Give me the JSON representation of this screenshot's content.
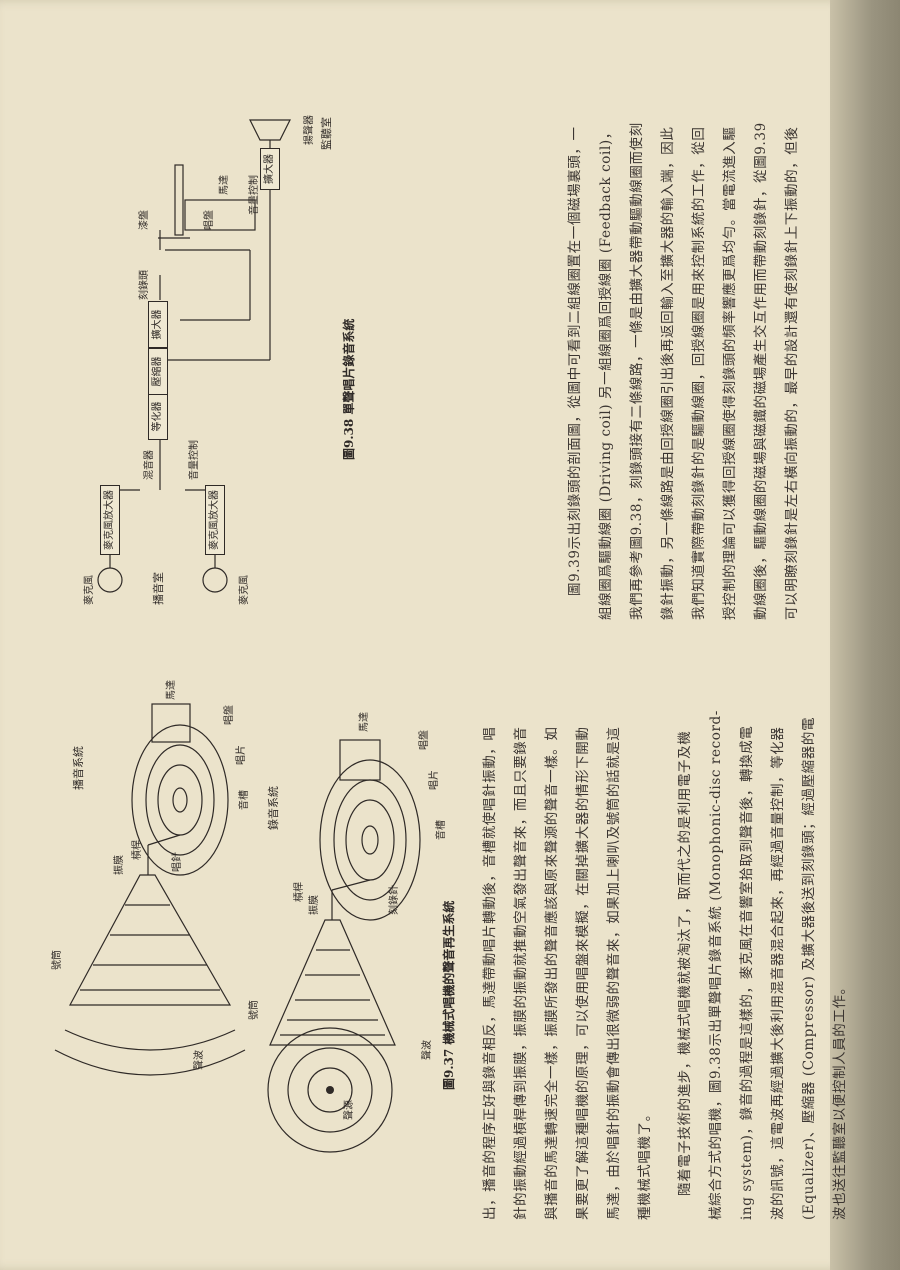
{
  "left_text": {
    "lines": [
      "出，播音的程序正好與錄音相反，馬達帶動唱片轉動後，音槽就使唱針振動，唱",
      "針的振動經過槓桿傳到振膜，振膜的振動就推動空氣發出聲音來，而且只要錄音",
      "與播音的馬達轉速完全一樣，振膜所發出的聲音應該與原來聲源的聲音一樣。如",
      "果要更了解這種唱機的原理，可以使用唱盤來模擬，在關掉擴大器的情形下開動",
      "馬達，由於唱針的振動會傳出很微弱的聲音來，如果加上喇叭及號筒的話就是這",
      "種機械式唱機了。"
    ],
    "lines2": [
      "隨着電子技術的進步，機械式唱機就被淘汰了，取而代之的是利用電子及機",
      "械綜合方式的唱機，圖9.38示出單聲唱片錄音系統 (Monophonic-disc record-",
      "ing system)，錄音的過程是這樣的，麥克風在音響室拾取到聲音後，轉換成電",
      "波的訊號，這電波再經過擴大後利用混音器混合起來，再經過音量控制，等化器",
      "(Equalizer)、壓縮器 (Compressor) 及擴大器後送到刻錄頭；經過壓縮器的電",
      "波也送往監聽室以便控制人員的工作。"
    ]
  },
  "right_text": {
    "lines": [
      "圖9.39示出刻錄頭的剖面圖，從圖中可看到二組線圈置在一個磁場裏頭，一",
      "組線圈爲驅動線圈 (Driving coil) 另一組線圈爲回授線圈 (Feedback coil)，",
      "我們再參考圖9.38，刻錄頭接有二條線路，一條是由擴大器帶動驅動線圈而使刻",
      "錄針振動，另一條線路是由回授線圈引出後再返回輸入至擴大器的輸入端，因此",
      "我們知道實際帶動刻錄針的是驅動線圈，回授線圈是用來控制系統的工作，從回",
      "授控制的理論可以獲得回授線圈使得刻錄頭的頻率響應更爲均勻。當電流進入驅",
      "動線圈後，驅動線圈的磁場與磁鐵的磁場產生交互作用而帶動刻錄針，從圖9.39",
      "可以明瞭刻錄針是左右橫向振動的，最早的設計還有使刻錄針上下振動的，但後"
    ]
  },
  "fig37": {
    "caption": "圖9.37  機械式唱機的聲音再生系統",
    "rec_title": "錄音系統",
    "play_title": "播音系統",
    "rec_labels": {
      "horn": "號筒",
      "diaphragm": "振膜",
      "lever": "槓桿",
      "needle": "刻錄針",
      "groove": "音槽",
      "record": "唱片",
      "turntable": "唱盤",
      "motor": "馬達",
      "source": "聲源",
      "wave": "聲波"
    },
    "play_labels": {
      "horn": "號筒",
      "diaphragm": "振膜",
      "lever": "槓桿",
      "needle": "唱針",
      "groove": "音槽",
      "record": "唱片",
      "turntable": "唱盤",
      "motor": "馬達",
      "wave": "聲波"
    }
  },
  "fig38": {
    "caption": "圖9.38  單聲唱片錄音系統",
    "studio": "播音室",
    "mic": "麥克風",
    "mic_amp": "麥克風放大器",
    "mixer": "混音器",
    "volume1": "音量控制",
    "volume2": "音量控制",
    "equalizer": "等化器",
    "compressor": "壓縮器",
    "amplifier": "擴大器",
    "cutter_head": "刻錄頭",
    "lacquer": "漆盤",
    "turntable": "唱盤",
    "motor": "馬達",
    "monitor_amp": "擴大器",
    "speaker": "揚聲器",
    "monitor_room": "監聽室"
  }
}
